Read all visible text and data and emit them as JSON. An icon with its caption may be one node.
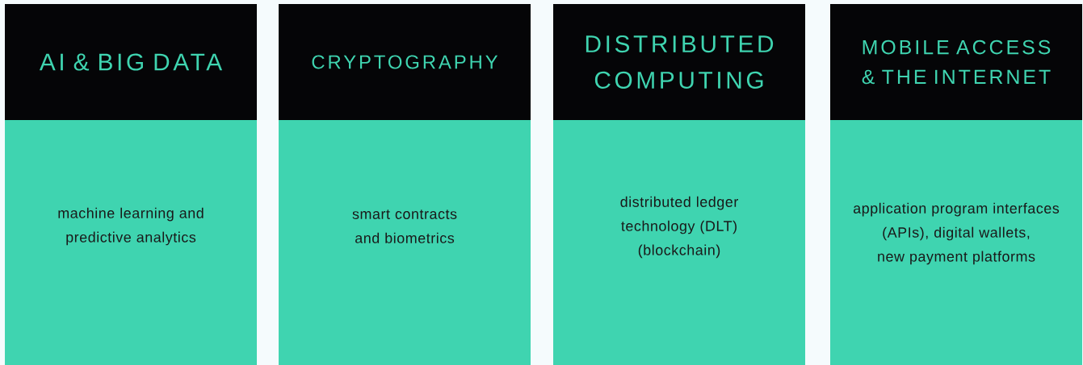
{
  "diagram": {
    "nodes": [
      {
        "text": [
          "AI & BIG DATA",
          "machine learning and predictive analytics"
        ]
      },
      {
        "text": [
          "CRYPTOGRAPHY",
          "smart contracts and biometrics"
        ]
      },
      {
        "text": [
          "DISTRIBUTED COMPUTING",
          "distributed ledger technology (DLT) (blockchain)"
        ]
      },
      {
        "text": [
          "MOBILE ACCESS & THE INTERNET",
          "application program interfaces (APIs), digital wallets, new payment platforms"
        ]
      }
    ]
  }
}
